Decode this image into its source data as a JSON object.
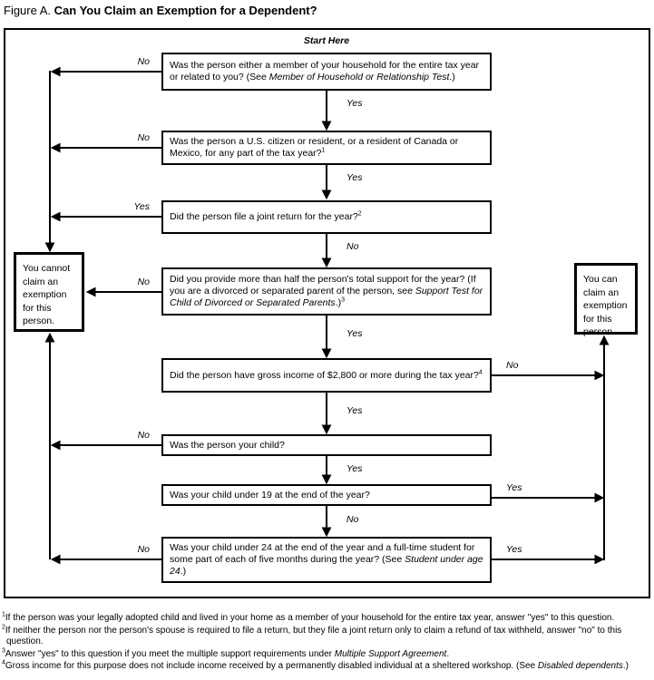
{
  "title": {
    "prefix": "Figure A.",
    "main": "Can You Claim an Exemption for a Dependent?"
  },
  "flowchart": {
    "start_here": "Start Here",
    "q1": {
      "text": "Was the person either a member of your household for the entire tax year or related to you? (See ",
      "italic": "Member of Household or Relationship Test",
      "after": ".)"
    },
    "q2": {
      "text": "Was the person a U.S. citizen or resident, or a resident of Canada or Mexico, for any part of the tax year?",
      "sup": "1"
    },
    "q3": {
      "text": "Did the person file a joint return for the year?",
      "sup": "2"
    },
    "q4": {
      "text": "Did you provide more than half the person's total support for the year? (If you are a divorced or separated parent of the person, see ",
      "italic": "Support Test for Child of Divorced or Separated Parents",
      "after": ".)",
      "sup": "3"
    },
    "q5": {
      "text": "Did the person have gross income of $2,800 or more during the tax year?",
      "sup": "4"
    },
    "q6": {
      "text": "Was the person your child?"
    },
    "q7": {
      "text": "Was your child under 19 at the end of the year?"
    },
    "q8": {
      "text": "Was your child under 24 at the end of the year and a full-time student for some part of each of five months during the year? (See ",
      "italic": "Student under age 24",
      "after": ".)"
    },
    "outcome_cannot": "You cannot claim an exemption for this person.",
    "outcome_can": "You can claim an exemption for this person.",
    "labels": {
      "c1": "Yes",
      "c2": "Yes",
      "c3": "No",
      "c4": "Yes",
      "c5": "Yes",
      "c6": "Yes",
      "c7": "No",
      "l1": "No",
      "l2": "No",
      "l3": "Yes",
      "l4": "No",
      "l6": "No",
      "l8": "No",
      "r5": "No",
      "r7": "Yes",
      "r8": "Yes"
    }
  },
  "footnotes": [
    {
      "sup": "1",
      "text": "If the person was your legally adopted child and lived in your home as a member of your household for the entire tax year, answer \"yes\" to this question."
    },
    {
      "sup": "2",
      "text": "If neither the person nor the person's spouse is required to file a return, but they file a joint return only to claim a refund of tax withheld, answer \"no\" to this",
      "text2": "question."
    },
    {
      "sup": "3",
      "text": "Answer \"yes\" to this question if you meet the multiple support requirements under ",
      "italic": "Multiple Support Agreement",
      "after": "."
    },
    {
      "sup": "4",
      "text": "Gross income for this purpose does not include income received by a permanently disabled individual at a sheltered workshop. (See ",
      "italic": "Disabled dependents",
      "after": ".)"
    }
  ]
}
